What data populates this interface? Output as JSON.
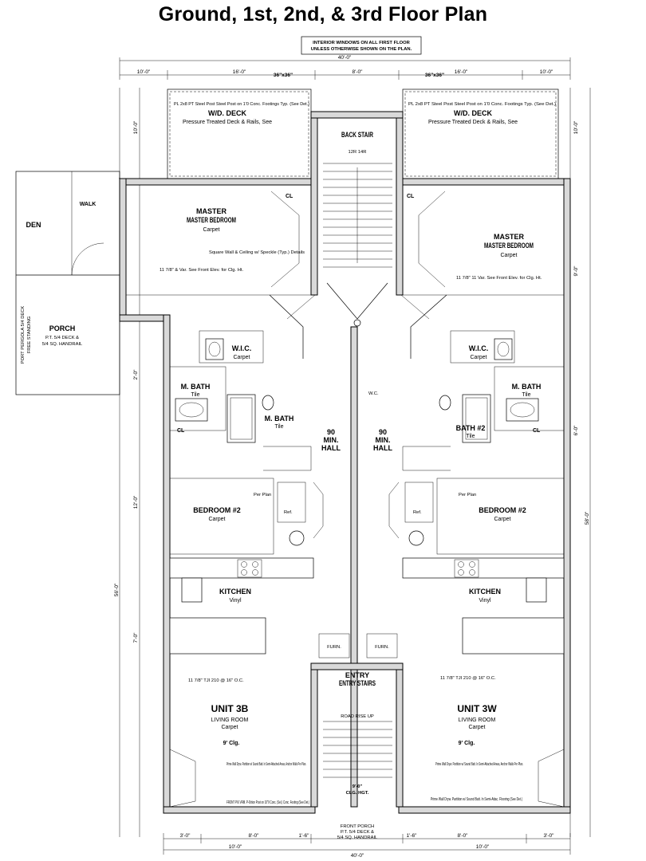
{
  "title": "Ground, 1st, 2nd, & 3rd Floor Plan",
  "general_note": [
    "INTERIOR WINDOWS ON ALL FIRST FLOOR",
    "UNLESS OTHERWISE SHOWN ON THE PLAN."
  ],
  "dims": {
    "overall_width": "40'-0\"",
    "top_left": "10'-0\"",
    "top_mid_left": "16'-0\"",
    "top_center": "8'-0\"",
    "top_mid_right": "16'-0\"",
    "top_right": "10'-0\"",
    "window_left": "36\"x36\"",
    "window_right": "36\"x36\"",
    "overall_length": "56'-0\"",
    "right_length": "58'-0\"",
    "bottom_left": "3'-0\"",
    "bottom_8a": "8'-0\"",
    "bottom_16a": "1'-6\"",
    "bottom_16b": "1'-6\"",
    "bottom_8b": "8'-0\"",
    "bottom_right": "3'-0\"",
    "bottom_10a": "10'-0\"",
    "bottom_10b": "10'-0\"",
    "bottom_overall": "40'-0\"",
    "side_10a": "10'-0\"",
    "side_10b": "10'-0\"",
    "side_12": "12'-0\"",
    "side_7": "7'-0\"",
    "side_9": "9'-0\"",
    "side_2": "2'-0\"",
    "side_6": "6'-0\""
  },
  "rooms": {
    "deck_left": {
      "name": "W/D. DECK",
      "note": "Pressure Treated Deck & Rails, See"
    },
    "deck_right": {
      "name": "W/D. DECK",
      "note": "Pressure Treated Deck & Rails, See"
    },
    "post_left": "PL 2x8 PT Steel Post Steel Post on 1'0 Conc. Footings Typ. (See Det.)",
    "post_right": "PL 2x8 PT Steel Post Steel Post on 1'0 Conc. Footings Typ. (See Det.)",
    "back_stair": {
      "name": "BACK STAIR",
      "note": "12R 14R"
    },
    "master_left": {
      "name": "MASTER BEDROOM",
      "floor": "Carpet"
    },
    "master_right": {
      "name": "MASTER BEDROOM",
      "floor": "Carpet"
    },
    "ceiling_note": "Square Wall & Ceiling w/ Speckle (Typ.) Details",
    "joist_left": "11 7/8\" & Var. See Front Elev. for Clg. Ht.",
    "joist_right": "11 7/8\" 11 Var. See Front Elev. for Clg. Ht.",
    "den": "DEN",
    "walk": "WALK",
    "porch": {
      "name": "PORCH",
      "note1": "P.T. 5/4 DECK &",
      "note2": "5/4 SQ. HANDRAIL"
    },
    "porch_side": [
      "PORT PERGOLA 5/4 DECK",
      "FREE STANDING"
    ],
    "wic_left": {
      "name": "W.I.C.",
      "floor": "Carpet"
    },
    "wic_right": {
      "name": "W.I.C.",
      "floor": "Carpet"
    },
    "mbath_left": {
      "name": "M. BATH",
      "floor": "Tile"
    },
    "mbath_right": {
      "name": "M. BATH",
      "floor": "Tile"
    },
    "mbath_left2": {
      "name": "M. BATH",
      "floor": "Tile"
    },
    "bath2_right": {
      "name": "BATH #2",
      "floor": "Tile"
    },
    "hall_left": {
      "num": "90",
      "l1": "MIN.",
      "l2": "HALL"
    },
    "hall_right": {
      "num": "90",
      "l1": "MIN.",
      "l2": "HALL"
    },
    "hall_note": "W.C.",
    "cl": "CL",
    "bed2_left": {
      "name": "BEDROOM #2",
      "floor": "Carpet"
    },
    "bed2_right": {
      "name": "BEDROOM #2",
      "floor": "Carpet"
    },
    "kitchen_left": {
      "name": "KITCHEN",
      "floor": "Vinyl"
    },
    "kitchen_right": {
      "name": "KITCHEN",
      "floor": "Vinyl"
    },
    "joist_living_left": "11 7/8\" TJI 210 @ 16\" O.C.",
    "joist_living_right": "11 7/8\" TJI 210 @ 16\" O.C.",
    "furn": "FURN.",
    "entry_stairs": {
      "name": "ENTRY STAIRS",
      "note": "ROAD RISE UP"
    },
    "unit_left": {
      "name": "UNIT 3B",
      "room": "LIVING ROOM",
      "floor": "Carpet",
      "clg": "9' Clg."
    },
    "unit_right": {
      "name": "UNIT 3W",
      "room": "LIVING ROOM",
      "floor": "Carpet",
      "clg": "9' Clg."
    },
    "partition_left": "Prime Wall Dryw. Partition w/ Sound Batt. In Semi-Attached Areas, Anchor Walls Per Plan.",
    "partition_right": "Prime Wall Dryw. Partition w/ Sound Batt. In Semi-Attached Areas, Anchor Walls Per Plan.",
    "partition_right2": "Prime Wall Dryw. Partition w/ Sound Batt. In Semi-Attac. Flooring (See Det.)",
    "front_post": "FRONT PIX VRM. P-Ortion Post on 10\"0 Conc. (Sel.) Conc. Footing (See Det.)",
    "front_porch": {
      "l1": "FRONT PORCH",
      "l2": "P.T. 5/4 DECK &",
      "l3": "5/4 SQ. HANDRAIL"
    },
    "clg_hgt": {
      "l1": "9'-0\"",
      "l2": "CLG. HGT."
    },
    "ref": "Ref.",
    "per_plan": "Per Plan"
  }
}
